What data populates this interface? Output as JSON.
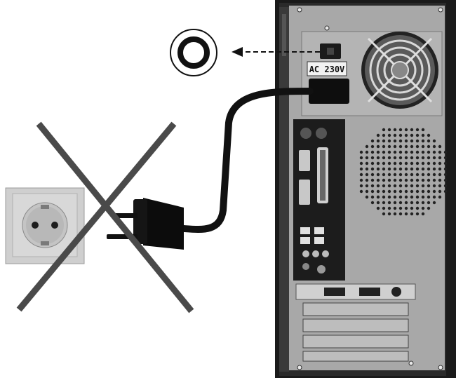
{
  "voltage_label": {
    "text": "AC 230V"
  },
  "icons": {
    "power_symbol": "power-off-symbol",
    "wall_socket": "wall-socket",
    "power_plug": "power-plug",
    "cross": "cross-mark",
    "fan": "psu-fan",
    "arrow": "dashed-arrow"
  },
  "colors": {
    "background": "#ffffff",
    "cross": "#4a4a4a",
    "cable": "#111111",
    "case_dark": "#1c1c1c",
    "case_metal": "#9a9a9a",
    "socket_plate": "#d9d9d9"
  }
}
